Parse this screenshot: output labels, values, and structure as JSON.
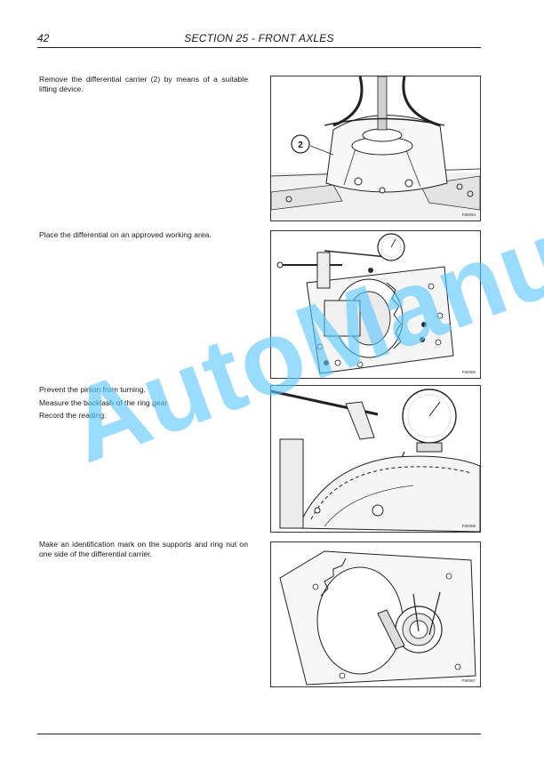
{
  "header": {
    "page_number": "42",
    "section_title": "SECTION 25 - FRONT AXLES"
  },
  "steps": [
    {
      "paragraphs": [
        "Remove the differential carrier (2) by means of a suitable lifting device."
      ],
      "figure": {
        "callout": "2",
        "code": "F80084"
      }
    },
    {
      "paragraphs": [
        "Place the differential on an approved working area."
      ],
      "figure": {
        "code": "F80085"
      }
    },
    {
      "paragraphs": [
        "Prevent the pinion from turning.",
        "Measure the backlash of the ring gear.",
        "Record the reading."
      ],
      "figure": {
        "code": "F80086"
      }
    },
    {
      "paragraphs": [
        "Make an identification mark on the supports and ring nut on one side of the differential carrier."
      ],
      "figure": {
        "code": "F80087"
      }
    }
  ],
  "watermark": "AutoManual"
}
